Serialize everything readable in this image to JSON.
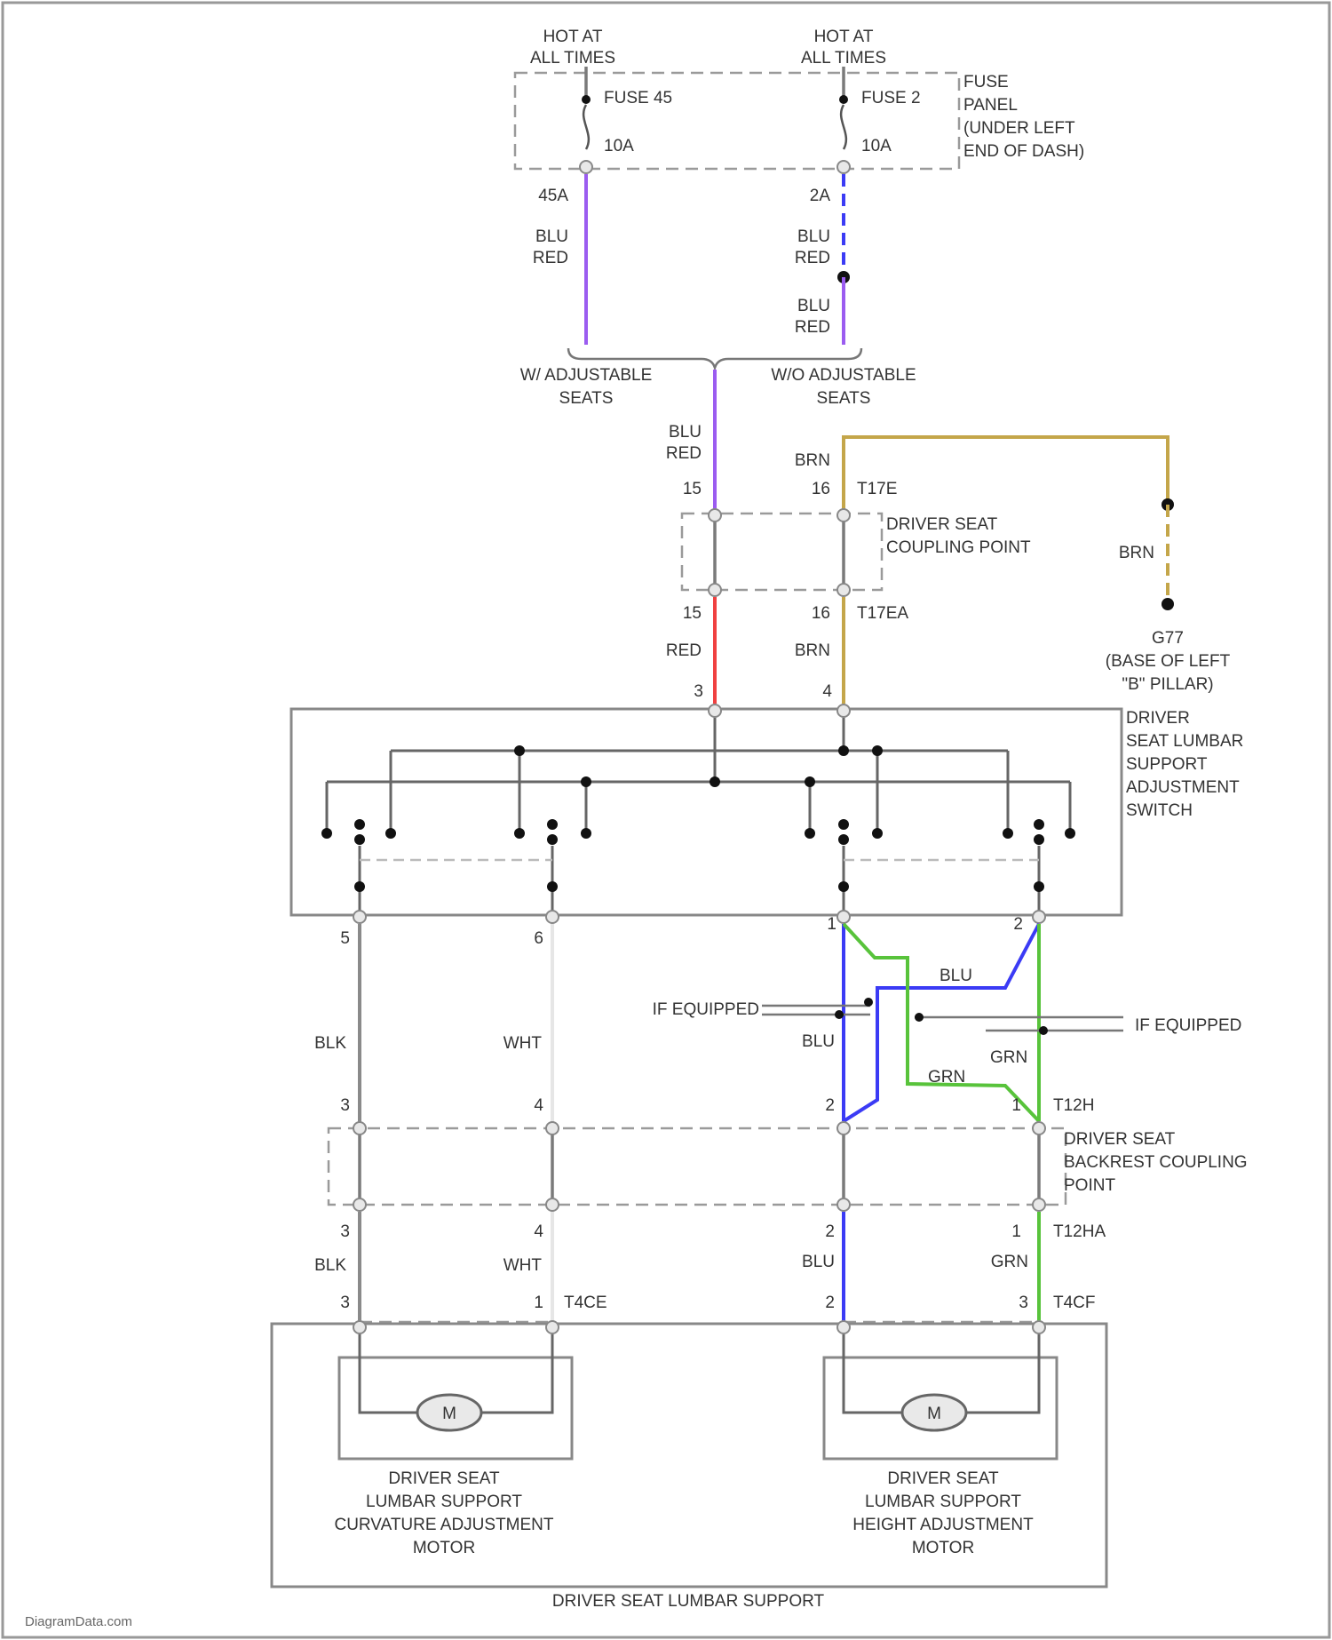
{
  "hot_left": [
    "HOT AT",
    "ALL TIMES"
  ],
  "hot_right": [
    "HOT AT",
    "ALL TIMES"
  ],
  "fuse_left": {
    "name": "FUSE 45",
    "rating": "10A",
    "terminal": "45A"
  },
  "fuse_right": {
    "name": "FUSE 2",
    "rating": "10A",
    "terminal": "2A"
  },
  "fuse_panel": [
    "FUSE",
    "PANEL",
    "(UNDER LEFT",
    "END OF DASH)"
  ],
  "wire_colors": {
    "blu_red": [
      "BLU",
      "RED"
    ],
    "red": "RED",
    "brn": "BRN",
    "blk": "BLK",
    "wht": "WHT",
    "blu": "BLU",
    "grn": "GRN"
  },
  "branch": {
    "with": [
      "W/ ADJUSTABLE",
      "SEATS"
    ],
    "without": [
      "W/O ADJUSTABLE",
      "SEATS"
    ]
  },
  "coupling_seat": {
    "label": [
      "DRIVER SEAT",
      "COUPLING POINT"
    ],
    "pin_top_left": "15",
    "pin_top_right": "16",
    "conn_top": "T17E",
    "pin_bot_left": "15",
    "pin_bot_right": "16",
    "conn_bot": "T17EA"
  },
  "ground": {
    "label": "G77",
    "location": [
      "(BASE OF LEFT",
      "\"B\" PILLAR)"
    ]
  },
  "switch": {
    "label": [
      "DRIVER",
      "SEAT LUMBAR",
      "SUPPORT",
      "ADJUSTMENT",
      "SWITCH"
    ],
    "pin_in_left": "3",
    "pin_in_right": "4",
    "pins_out": [
      "5",
      "6",
      "1",
      "2"
    ]
  },
  "if_equipped": "IF EQUIPPED",
  "coupling_back": {
    "label": [
      "DRIVER SEAT",
      "BACKREST COUPLING",
      "POINT"
    ],
    "pins_top": [
      "3",
      "4",
      "2",
      "1"
    ],
    "conn_top": "T12H",
    "pins_bot": [
      "3",
      "4",
      "2",
      "1"
    ],
    "conn_bot": "T12HA"
  },
  "motor_conns": {
    "left": "T4CE",
    "right": "T4CF",
    "pins": [
      "3",
      "1",
      "2",
      "3"
    ]
  },
  "motor_symbol": "M",
  "motor_left": [
    "DRIVER SEAT",
    "LUMBAR SUPPORT",
    "CURVATURE ADJUSTMENT",
    "MOTOR"
  ],
  "motor_right": [
    "DRIVER SEAT",
    "LUMBAR SUPPORT",
    "HEIGHT ADJUSTMENT",
    "MOTOR"
  ],
  "footer_label": "DRIVER SEAT LUMBAR SUPPORT",
  "watermark": "DiagramData.com",
  "colors": {
    "blu_red": "#9b5cf0",
    "blue": "#3b3bf5",
    "red": "#f04040",
    "brn": "#c4a64a",
    "grn": "#58c33b",
    "gray": "#7a7a7a"
  }
}
